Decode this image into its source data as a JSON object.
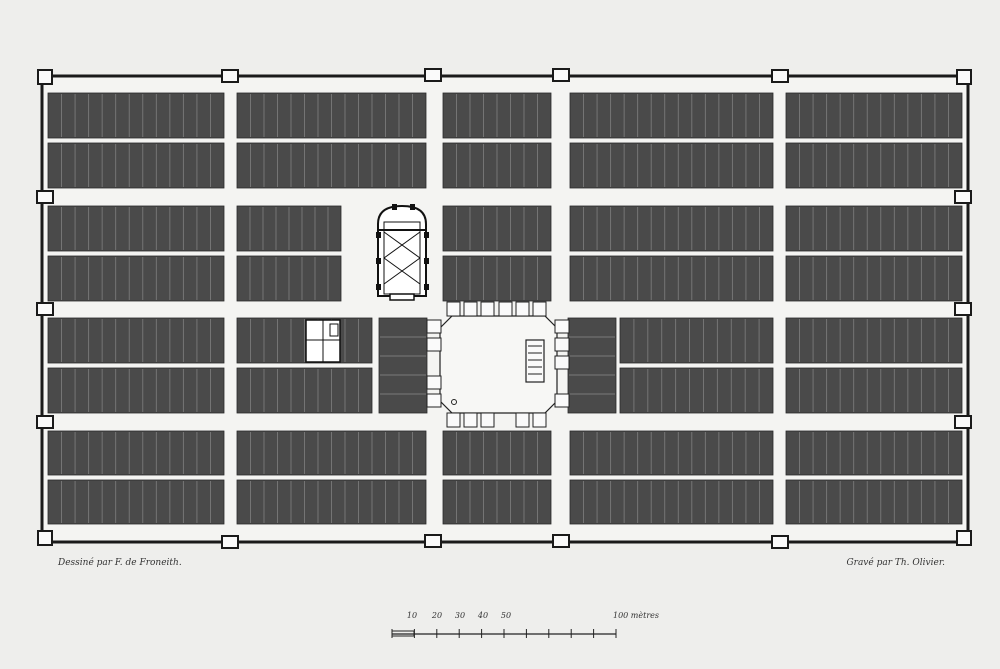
{
  "credits": {
    "drawn_by": "Dessiné par F. de Froneith.",
    "engraved_by": "Gravé par Th. Olivier."
  },
  "scale_bar": {
    "labels": [
      "10",
      "20",
      "30",
      "40",
      "50",
      "100 mètres"
    ]
  },
  "colors": {
    "paper": "#eeeeec",
    "block": "#4a4a4a",
    "plot_line": "#7a7a7a",
    "wall": "#1a1a1a",
    "path": "#f4f4f2"
  }
}
